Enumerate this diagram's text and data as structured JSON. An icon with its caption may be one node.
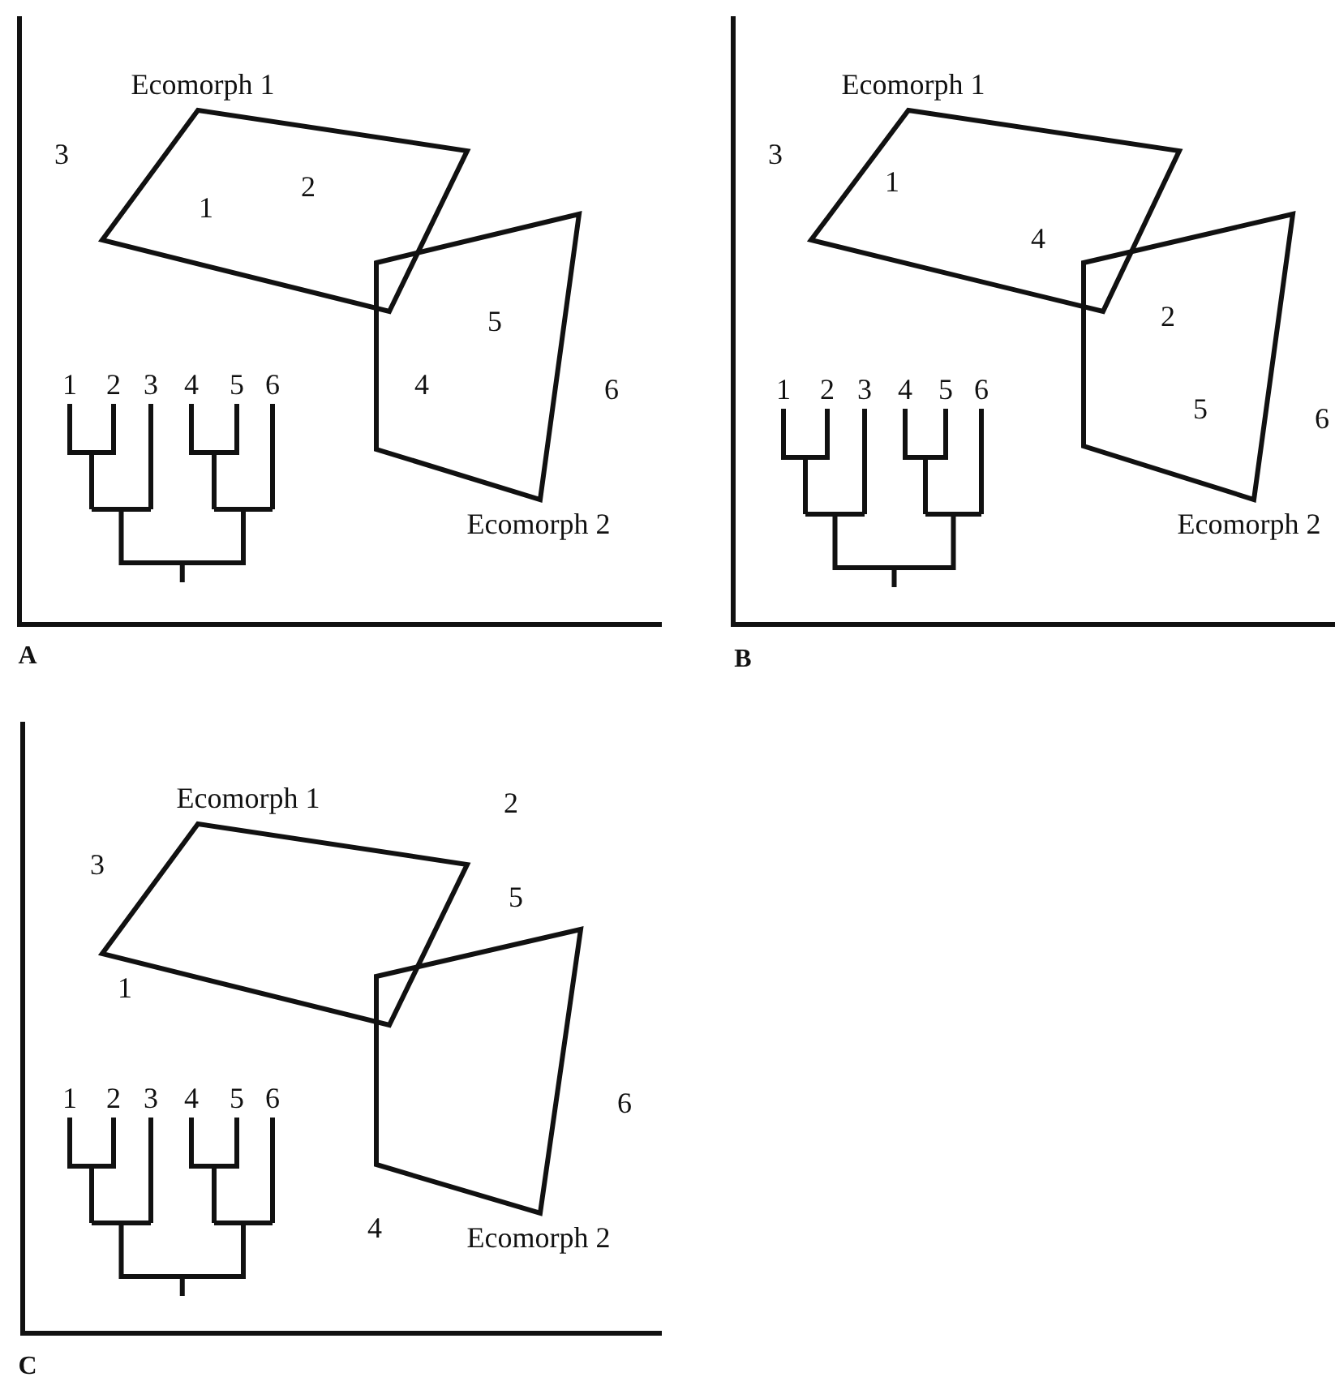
{
  "diagram": {
    "nodes": [
      {
        "text": [
          "Ecomorph 1"
        ]
      },
      {
        "text": [
          "Ecomorph 2"
        ]
      },
      {
        "text": [
          "Ecomorph 1"
        ]
      },
      {
        "text": [
          "Ecomorph 2"
        ]
      },
      {
        "text": [
          "Ecomorph 1"
        ]
      },
      {
        "text": [
          "Ecomorph 2"
        ]
      }
    ],
    "labels": [
      "3",
      "2",
      "1",
      "5",
      "1",
      "2",
      "3",
      "4",
      "5",
      "6",
      "4",
      "6",
      "A",
      "3",
      "1",
      "4",
      "2",
      "1",
      "2",
      "3",
      "4",
      "5",
      "6",
      "5",
      "6",
      "B",
      "2",
      "3",
      "5",
      "1",
      "1",
      "2",
      "3",
      "4",
      "5",
      "6",
      "6",
      "4",
      "C"
    ]
  }
}
